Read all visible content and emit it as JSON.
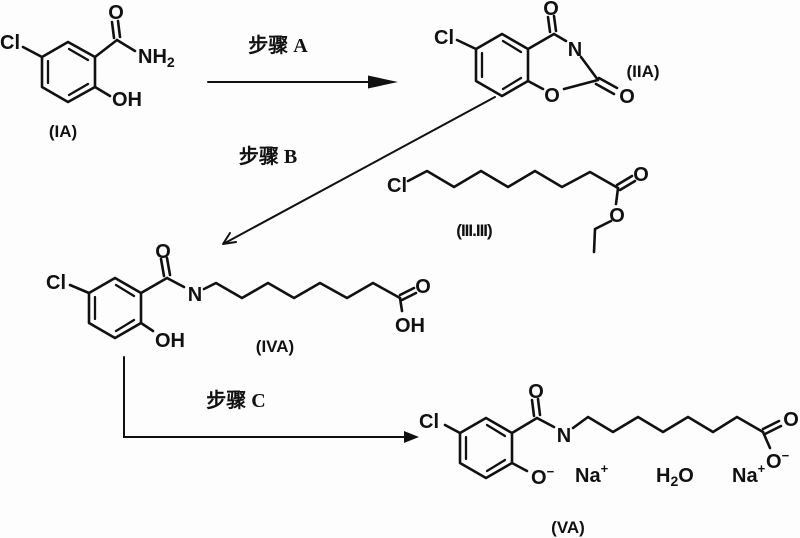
{
  "scheme": {
    "steps": {
      "a": "步骤 A",
      "b": "步骤 B",
      "c": "步骤 C"
    },
    "compounds": {
      "ia": {
        "label": "(IA)"
      },
      "iia": {
        "label": "(IIA)"
      },
      "iii": {
        "label": "(III.III)"
      },
      "iva": {
        "label": "(IVA)"
      },
      "va": {
        "label": "(VA)"
      }
    },
    "atoms": {
      "cl": "Cl",
      "o": "O",
      "oh": "OH",
      "n": "N",
      "nh": "NH",
      "two": "2",
      "h": "H",
      "na": "Na",
      "plus": "+",
      "minus": "−"
    },
    "colors": {
      "ink": "#111111",
      "background": "#fdfdfd"
    }
  }
}
